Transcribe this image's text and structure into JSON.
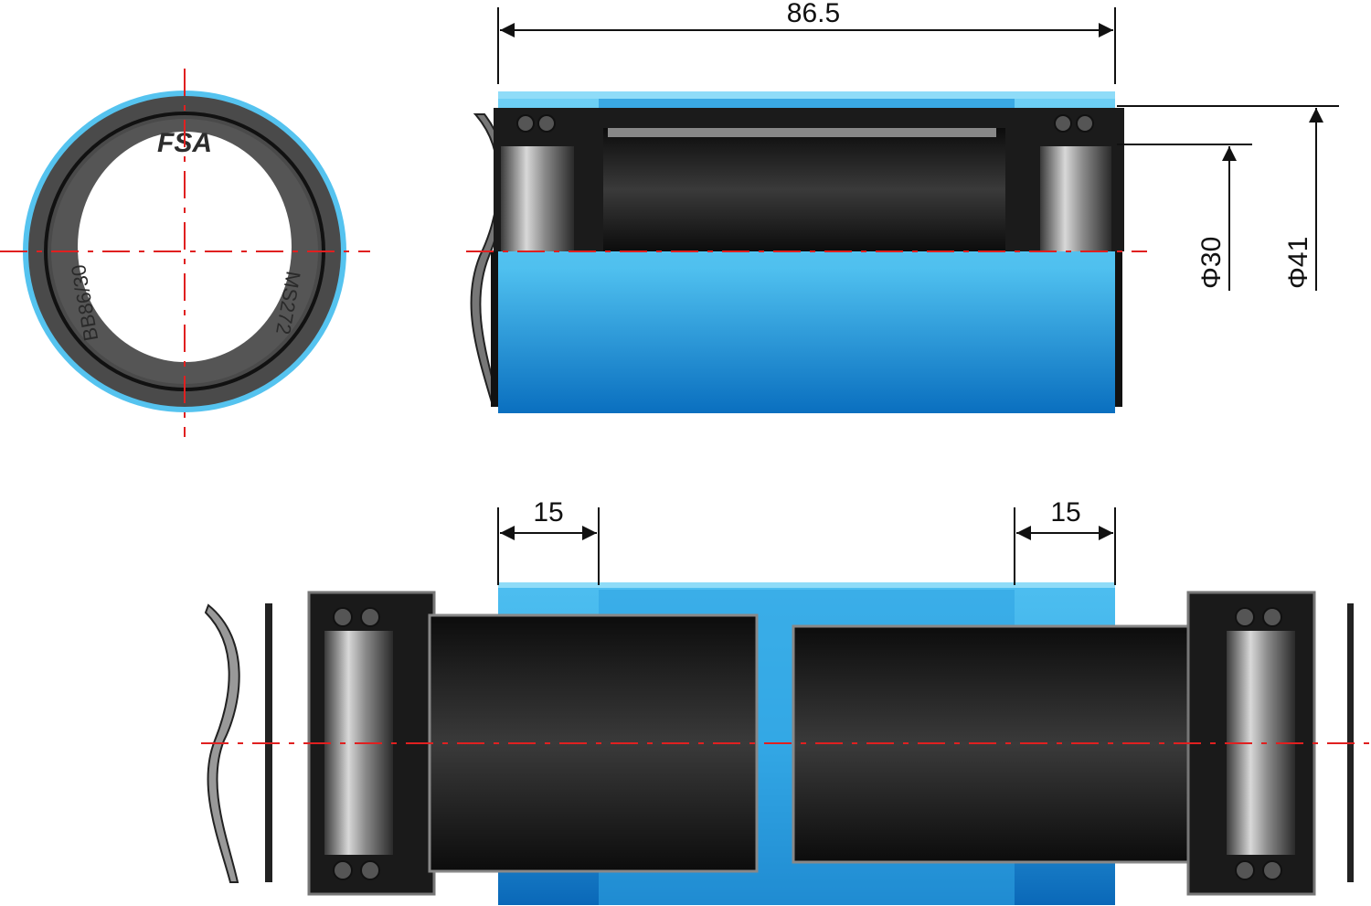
{
  "dimensions": {
    "overall_width": "86.5",
    "inner_diameter": "Φ30",
    "outer_diameter": "Φ41",
    "left_insert_depth": "15",
    "right_insert_depth": "15"
  },
  "ring_markings": {
    "logo": "FSA",
    "left_text": "BB86/30",
    "right_text": "MS272"
  },
  "colors": {
    "shell_blue": "#5cc8f2",
    "shell_blue_dark": "#0a72c0",
    "tube_black": "#1a1a1a",
    "bearing_gray": "#9a9a9a",
    "centerline_red": "#e02020"
  }
}
